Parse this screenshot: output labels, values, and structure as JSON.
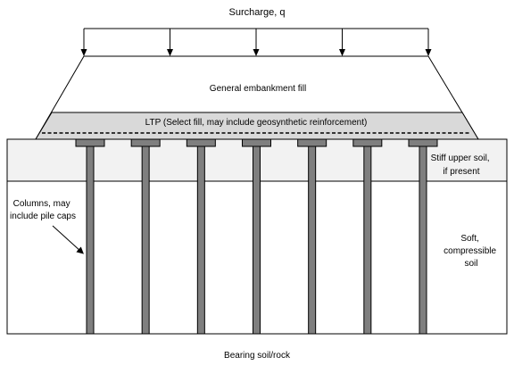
{
  "labels": {
    "surcharge": "Surcharge, q",
    "embankment": "General embankment fill",
    "ltp": "LTP (Select fill, may include geosynthetic reinforcement)",
    "stiff_soil": [
      "Stiff upper soil,",
      "if present"
    ],
    "columns": [
      "Columns, may",
      "include pile caps"
    ],
    "soft_soil": [
      "Soft,",
      "compressible",
      "soil"
    ],
    "bearing": "Bearing soil/rock"
  },
  "colors": {
    "stroke": "#000000",
    "ltp_fill": "#d9d9d9",
    "stiff_fill": "#f2f2f2",
    "column_fill": "#7f7f7f",
    "soft_fill": "#ffffff"
  },
  "counts": {
    "columns": 7,
    "surcharge_arrows": 5
  }
}
